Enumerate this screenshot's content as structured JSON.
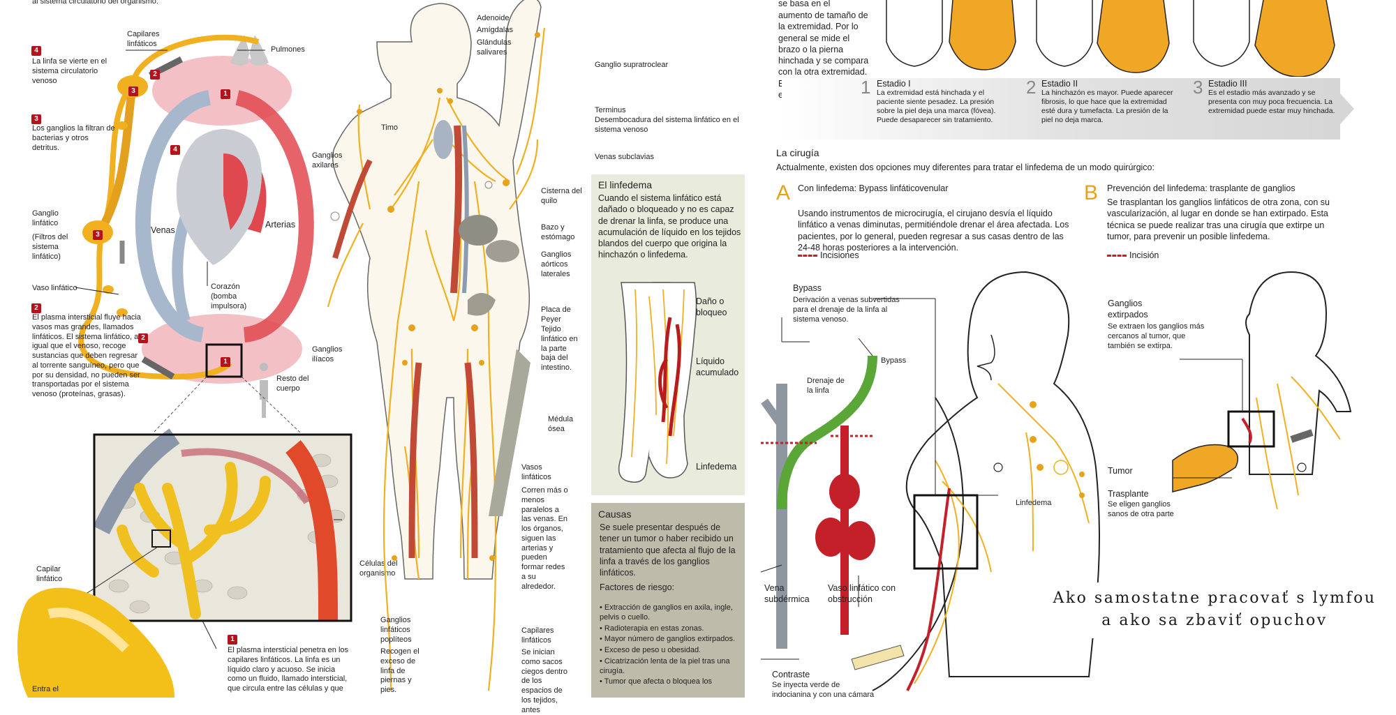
{
  "top_line": "al sistema circulatorio del organismo.",
  "circulation": {
    "step4": {
      "num": "4",
      "text": "La linfa se vierte en el sistema circulatorio venoso"
    },
    "step3": {
      "num": "3",
      "text": "Los ganglios la filtran de bacterias y otros detritus."
    },
    "ganglio": {
      "title": "Ganglio linfático",
      "num": "3",
      "sub": "(Filtros del sistema linfático)"
    },
    "vaso": "Vaso linfático",
    "step2": {
      "num": "2",
      "text": "El plasma intersticial fluye hacia vasos mas grandes, llamados linfáticos. El sistema linfático, al igual que el venoso, recoge sustancias que deben regresar al torrente sanguíneo, pero que por su densidad, no pueden ser transportadas por el sistema venoso (proteínas, grasas)."
    },
    "capilares": "Capilares linfáticos",
    "pulmones": "Pulmones",
    "venas": "Venas",
    "arterias": "Arterias",
    "corazon": "Corazón (bomba impulsora)",
    "resto": "Resto del cuerpo",
    "celulas": "Células del organismo",
    "capilar": "Capilar linfático",
    "entra": "Entra el",
    "step1": {
      "num": "1",
      "text": "El plasma intersticial penetra en los capilares linfáticos. La linfa es un líquido claro y acuoso. Se inicia como un fluido, llamado intersticial, que circula entre las células y que"
    },
    "markers": [
      "1",
      "2",
      "3",
      "4"
    ]
  },
  "body_labels": {
    "adenoide": "Adenoide",
    "amigdalas": "Amígdalas",
    "glandulas": "Glándulas salivares",
    "supraclavicular": "Ganglio supratroclear",
    "terminus_title": "Terminus",
    "terminus_text": "Desembocadura del sistema linfático en el sistema venoso",
    "timo": "Timo",
    "subclavias": "Venas subclavias",
    "axilares": "Ganglios axilares",
    "cisterna": "Cisterna del quilo",
    "bazo": "Bazo y estómago",
    "aorticos": "Ganglios aórticos laterales",
    "peyer_title": "Placa de Peyer",
    "peyer_text": "Tejido linfático en la parte baja del intestino.",
    "iliacos": "Ganglios ilíacos",
    "medula": "Médula ósea",
    "vasos_title": "Vasos linfáticos",
    "vasos_text": "Corren más o menos paralelos a las venas. En los órganos, siguen las arterias y pueden formar redes a su alrededor.",
    "popliteos_title": "Ganglios linfáticos poplíteos",
    "popliteos_text": "Recogen el exceso de linfa de piernas y pies.",
    "capilares_title": "Capilares linfáticos",
    "capilares_text": "Se inician como sacos ciegos dentro de los espacios de los tejidos, antes"
  },
  "linfedema": {
    "title": "El linfedema",
    "text": "Cuando el sistema linfático está dañado o bloqueado y no es capaz de drenar la linfa, se produce una acumulación de líquido en los tejidos blandos del cuerpo que origina la hinchazón o linfedema.",
    "dano": "Daño o bloqueo",
    "liquido": "Líquido acumulado",
    "label": "Linfedema"
  },
  "causas": {
    "title": "Causas",
    "text": "Se suele presentar después de tener un tumor o haber recibido un tratamiento que afecta al flujo de la linfa a través de los ganglios linfáticos.",
    "factores": "Factores de riesgo:",
    "items": [
      "• Extracción de ganglios en axila, ingle, pelvis o cuello.",
      "• Radioterapia en estas zonas.",
      "• Mayor número de ganglios extirpados.",
      "• Exceso de peso u obesidad.",
      "• Cicatrización lenta de la piel tras una cirugía.",
      "• Tumor que afecta o bloquea los"
    ]
  },
  "stages": {
    "intro": "aumento de tamaño de la extremidad. Por lo general se mide el brazo o la pierna hinchada y se compara con la otra extremidad. Existen distintos estadios:",
    "intro_top": "se basa en el",
    "list": [
      {
        "n": "1",
        "title": "Estadio I",
        "text": "La extremidad está hinchada y el paciente siente pesadez. La presión sobre la piel deja una marca (fóvea). Puede desaparecer sin tratamiento."
      },
      {
        "n": "2",
        "title": "Estadio II",
        "text": "La hinchazón es mayor. Puede aparecer fibrosis, lo que hace que la extremidad esté dura y tumefacta. La presión de la piel no deja marca."
      },
      {
        "n": "3",
        "title": "Estadio III",
        "text": "Es el estadio más avanzado y se presenta con muy poca frecuencia. La extremidad puede estar muy hinchada."
      }
    ]
  },
  "surgery": {
    "title": "La cirugía",
    "intro": "Actualmente, existen dos opciones muy diferentes para tratar el linfedema de un modo quirúrgico:",
    "a": {
      "letter": "A",
      "title": "Con linfedema: Bypass linfáticovenular",
      "text": "Usando instrumentos de microcirugía, el cirujano desvía el líquido linfático a venas diminutas, permitiéndole drenar el área afectada. Los pacientes, por lo general, pueden regresar a sus casas dentro de las 24-48 horas posteriores a la intervención.",
      "legend": "Incisiones"
    },
    "b": {
      "letter": "B",
      "title": "Prevención del linfedema: trasplante de ganglios",
      "text": "Se trasplantan los ganglios linfáticos de otra zona, con su vascularización, al lugar en donde se han extirpado. Esta técnica se puede realizar tras una cirugía que extirpe un tumor, para prevenir un posible linfedema.",
      "legend": "Incisión"
    },
    "bypass_title": "Bypass",
    "bypass_text": "Derivación a venas subvertidas para el drenaje de la linfa al sistema venoso.",
    "bypass_label": "Bypass",
    "drenaje": "Drenaje de la linfa",
    "vena": "Vena subdérmica",
    "vaso_obs": "Vaso linfático con obstrucción",
    "linfedema": "Linfedema",
    "contraste_title": "Contraste",
    "contraste_text": "Se inyecta verde de indocianina y con una cámara",
    "ganglios_title": "Ganglios extirpados",
    "ganglios_text": "Se extraen los ganglios más cercanos al tumor, que también se extirpa.",
    "tumor": "Tumor",
    "trasplante_title": "Trasplante",
    "trasplante_text": "Se eligen ganglios sanos de otra parte"
  },
  "overlay": {
    "line1": "Ako samostatne pracovať s lymfou",
    "line2": "a ako sa zbaviť opuchov"
  },
  "colors": {
    "lymph": "#f0b020",
    "artery": "#e0484f",
    "vein": "#a8b8cc",
    "badge": "#b5121b",
    "accent": "#e8a21a",
    "bypass": "#5aa637"
  }
}
